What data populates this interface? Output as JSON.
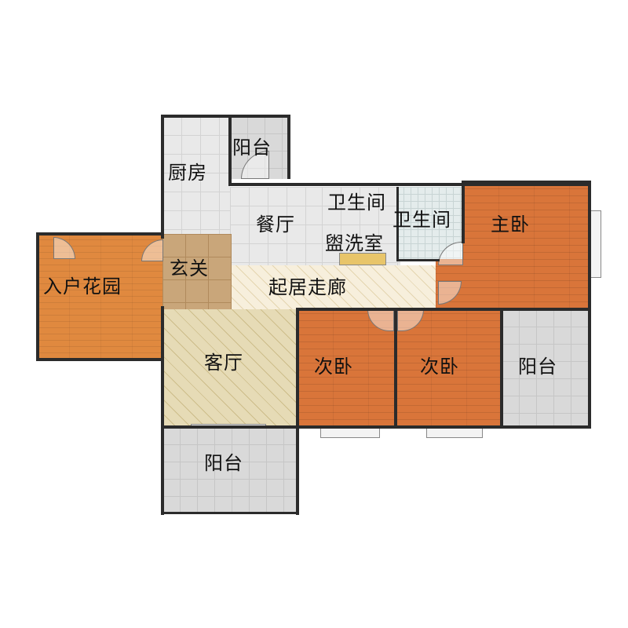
{
  "rooms": {
    "kitchen": "厨房",
    "balcony_top": "阳台",
    "dining": "餐厅",
    "bathroom_1": "卫生间",
    "bathroom_2": "卫生间",
    "washroom": "盥洗室",
    "master_bedroom": "主卧",
    "entrance_garden": "入户花园",
    "foyer": "玄关",
    "corridor": "起居走廊",
    "living_room": "客厅",
    "bedroom_2a": "次卧",
    "bedroom_2b": "次卧",
    "balcony_right": "阳台",
    "balcony_bottom": "阳台"
  },
  "colors": {
    "wall": "#2b2b2b",
    "wood_floor": "#d9753a",
    "tile_floor": "#d9d9d9",
    "living_floor": "#d8c99a",
    "corridor_floor": "#f4ead2",
    "foyer_floor": "#c9a67a",
    "bathroom_floor": "#e4ecec"
  }
}
